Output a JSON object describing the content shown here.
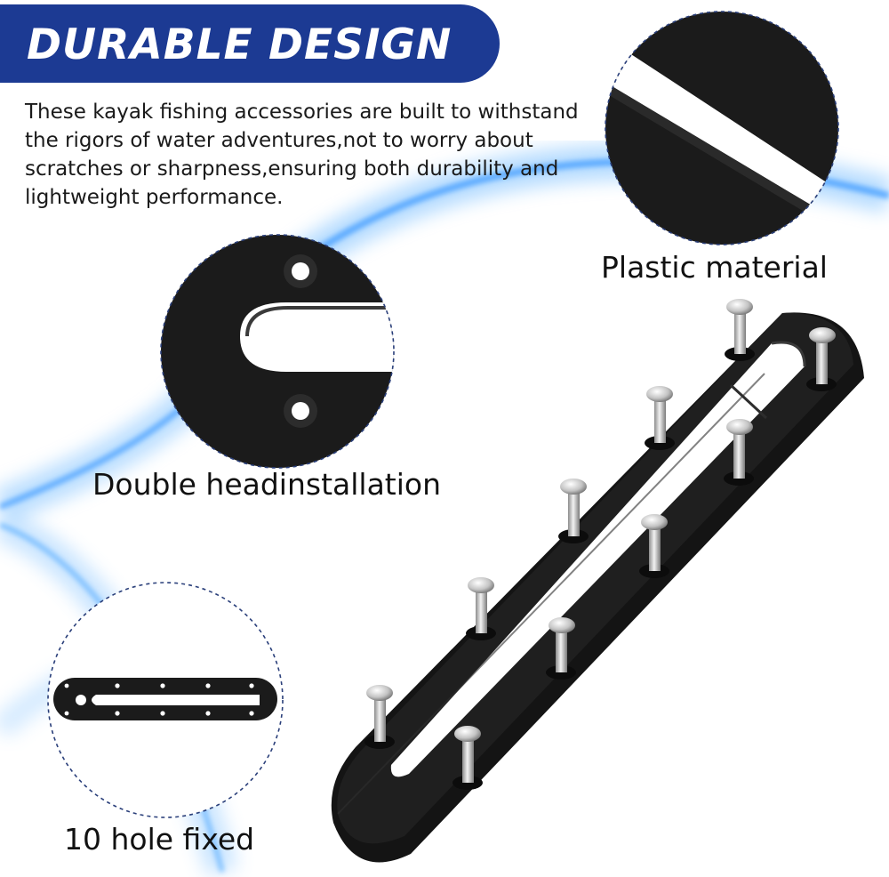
{
  "banner": {
    "title": "DURABLE DESIGN"
  },
  "description": {
    "lines": [
      "These kayak fishing accessories are built to withstand",
      "the rigors of water adventures,not to worry about",
      "scratches or sharpness,ensuring both durability and",
      "lightweight performance."
    ]
  },
  "callouts": {
    "plastic": "Plastic material",
    "double": "Double headinstallation",
    "tenhole": "10 hole fixed"
  },
  "colors": {
    "banner": "#1c3a93",
    "wave": "#4a9dff",
    "product": "#1b1b1b"
  }
}
